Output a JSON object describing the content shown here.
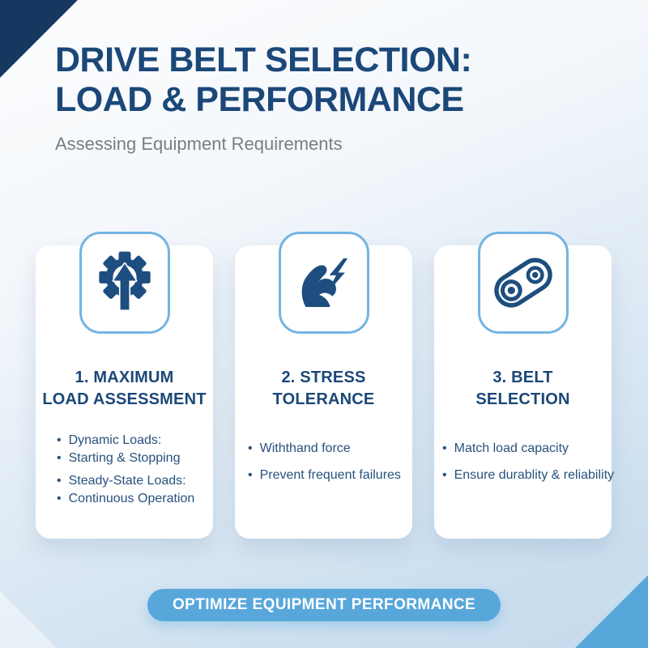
{
  "colors": {
    "navy_text": "#1b4878",
    "icon_navy": "#1d4e7f",
    "bullet_text": "#27517e",
    "subtitle_gray": "#7b7e81",
    "tile_border_blue": "#73b4e1",
    "cta_blue": "#58a7db",
    "corner_dark_navy": "#16375f",
    "background_top": "#fdfdfe",
    "background_bottom": "#c6dbed"
  },
  "header": {
    "title_line1": "DRIVE BELT SELECTION:",
    "title_line2": "LOAD & PERFORMANCE",
    "subtitle": "Assessing Equipment Requirements"
  },
  "cards": [
    {
      "icon": "gear-load-icon",
      "number_heading": [
        "1. MAXIMUM",
        "LOAD ASSESSMENT"
      ],
      "bullet_groups": [
        [
          "Dynamic Loads:",
          "Starting & Stopping"
        ],
        [
          "Steady-State Loads:",
          "Continuous Operation"
        ]
      ]
    },
    {
      "icon": "muscle-strength-icon",
      "number_heading": [
        "2. STRESS",
        "TOLERANCE"
      ],
      "bullet_groups": [
        [
          "Withthand force"
        ],
        [
          "Prevent frequent failures"
        ]
      ]
    },
    {
      "icon": "belt-drive-icon",
      "number_heading": [
        "3. BELT",
        "SELECTION"
      ],
      "bullet_groups": [
        [
          "Match load capacity"
        ],
        [
          "Ensure durablity & reliability"
        ]
      ]
    }
  ],
  "footer": {
    "cta_label": "OPTIMIZE EQUIPMENT PERFORMANCE"
  },
  "bullet_glyph": "•"
}
